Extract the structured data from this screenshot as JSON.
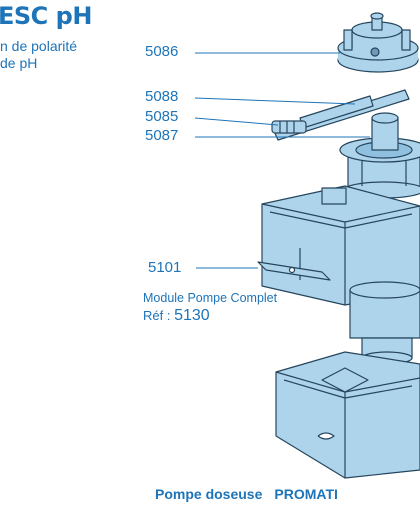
{
  "header": {
    "title": "ESC pH",
    "subtitle_line1": "n de polarité",
    "subtitle_line2": "de pH"
  },
  "callouts": {
    "c5086": "5086",
    "c5088": "5088",
    "c5085": "5085",
    "c5087": "5087",
    "c5101": "5101"
  },
  "module": {
    "label": "Module Pompe Complet",
    "ref_prefix": "Réf :",
    "ref_number": "5130"
  },
  "footer": {
    "part1": "Pompe doseuse",
    "part2": "PROMATI"
  },
  "colors": {
    "text": "#1e74b8",
    "part_fill": "#aed4ec",
    "part_stroke": "#26465e"
  }
}
